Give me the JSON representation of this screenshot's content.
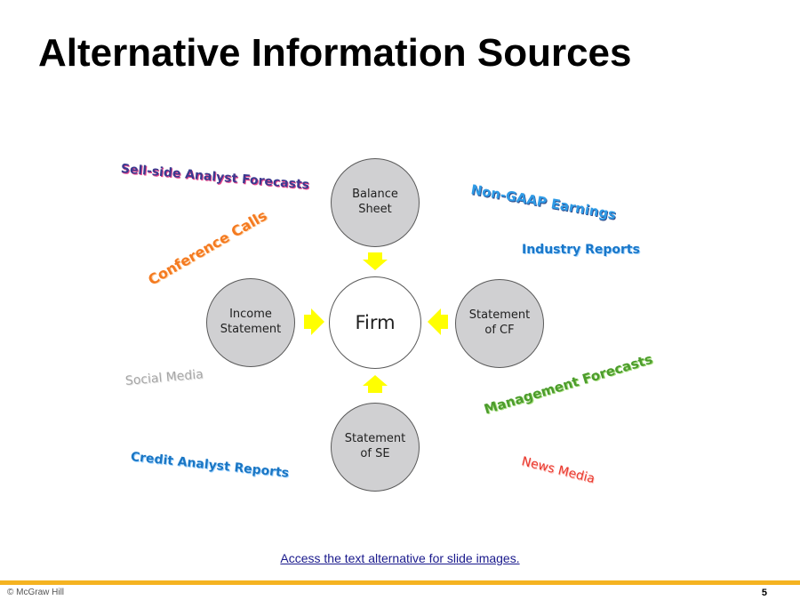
{
  "slide": {
    "title": "Alternative Information Sources"
  },
  "diagram": {
    "center": {
      "label": "Firm"
    },
    "nodes": {
      "balance_sheet": "Balance\nSheet",
      "income_statement": "Income\nStatement",
      "statement_of_cf": "Statement\nof CF",
      "statement_of_se": "Statement\nof SE"
    },
    "sources": {
      "sell_side": {
        "label": "Sell-side Analyst Forecasts",
        "color": "#3b3a8f",
        "shadow": "#e8468c"
      },
      "conference_calls": {
        "label": "Conference Calls",
        "color": "#f47a20",
        "shadow": "#ffd3a8"
      },
      "social_media": {
        "label": "Social Media",
        "color": "#a6a6a6",
        "shadow": "#e6e6e6"
      },
      "credit_analyst": {
        "label": "Credit Analyst Reports",
        "color": "#1a76c4",
        "shadow": "#9fd3ff"
      },
      "non_gaap": {
        "label": "Non-GAAP Earnings",
        "color": "#2f9be6",
        "shadow": "#2d4b8a"
      },
      "industry_reports": {
        "label": "Industry Reports",
        "color": "#1977c9",
        "shadow": "#9fd3ff"
      },
      "management_forecasts": {
        "label": "Management Forecasts",
        "color": "#4c9c2c",
        "shadow": "#a8e07f"
      },
      "news_media": {
        "label": "News Media",
        "color": "#e8392e",
        "shadow": "#ffc2bd"
      }
    },
    "arrow_color": "#ffff00"
  },
  "access": {
    "link_text": "Access the text alternative for slide images."
  },
  "footer": {
    "copyright": "© McGraw Hill",
    "page_number": "5",
    "accent_color": "#f5b321"
  }
}
